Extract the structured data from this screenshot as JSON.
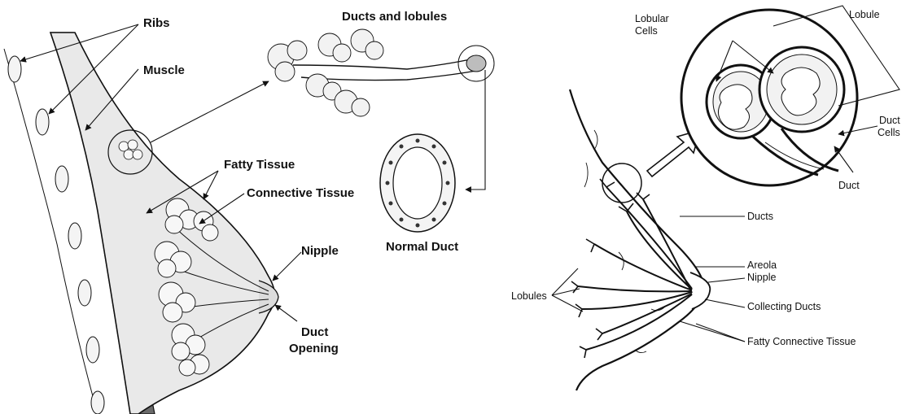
{
  "left_figure": {
    "labels": {
      "ribs": "Ribs",
      "muscle": "Muscle",
      "ducts_and_lobules": "Ducts and lobules",
      "fatty_tissue": "Fatty Tissue",
      "connective_tissue": "Connective Tissue",
      "nipple": "Nipple",
      "duct_opening_line1": "Duct",
      "duct_opening_line2": "Opening",
      "normal_duct": "Normal Duct"
    }
  },
  "right_figure": {
    "labels": {
      "lobular_cells_line1": "Lobular",
      "lobular_cells_line2": "Cells",
      "lobule": "Lobule",
      "duct_cells_line1": "Duct",
      "duct_cells_line2": "Cells",
      "duct": "Duct",
      "ducts": "Ducts",
      "areola": "Areola",
      "nipple": "Nipple",
      "lobules": "Lobules",
      "collecting_ducts": "Collecting Ducts",
      "fatty_connective_tissue": "Fatty Connective Tissue"
    }
  },
  "colors": {
    "ink": "#111111",
    "tissue_fill": "#e9e9e9",
    "muscle_fill": "#6a6a6a",
    "background": "#ffffff"
  }
}
